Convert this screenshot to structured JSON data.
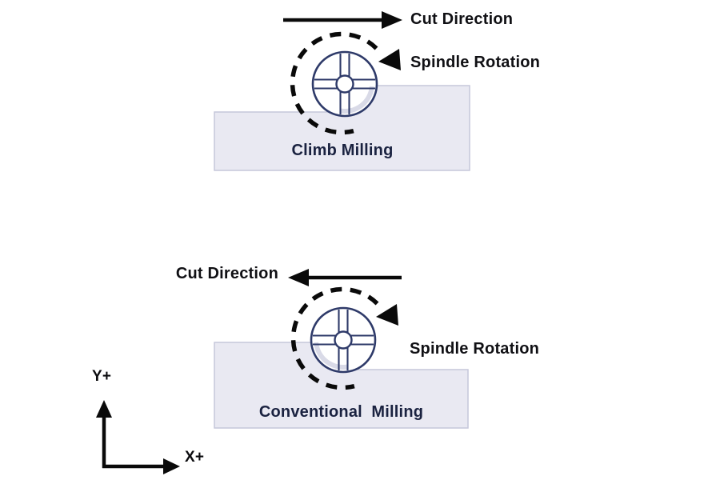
{
  "figure": {
    "description": "Climb milling vs conventional milling diagram with cutter rotation and cut direction",
    "colors": {
      "background": "#ffffff",
      "workpiece_fill": "#e9e9f2",
      "workpiece_border": "#c6c7da",
      "cutter_line": "#2e3a69",
      "fillet_gray": "#d9dae7",
      "arrow_black": "#0a0a0a",
      "label_text": "#101014",
      "title_text": "#1a2240"
    }
  },
  "climb": {
    "cut_direction_label": "Cut Direction",
    "spindle_rotation_label": "Spindle Rotation",
    "title": "Climb Milling",
    "cut_direction": "right",
    "spindle_rotation": "clockwise"
  },
  "conventional": {
    "cut_direction_label": "Cut Direction",
    "spindle_rotation_label": "Spindle Rotation",
    "title": "Conventional  Milling",
    "cut_direction": "left",
    "spindle_rotation": "clockwise"
  },
  "axes": {
    "y_label": "Y+",
    "x_label": "X+"
  }
}
